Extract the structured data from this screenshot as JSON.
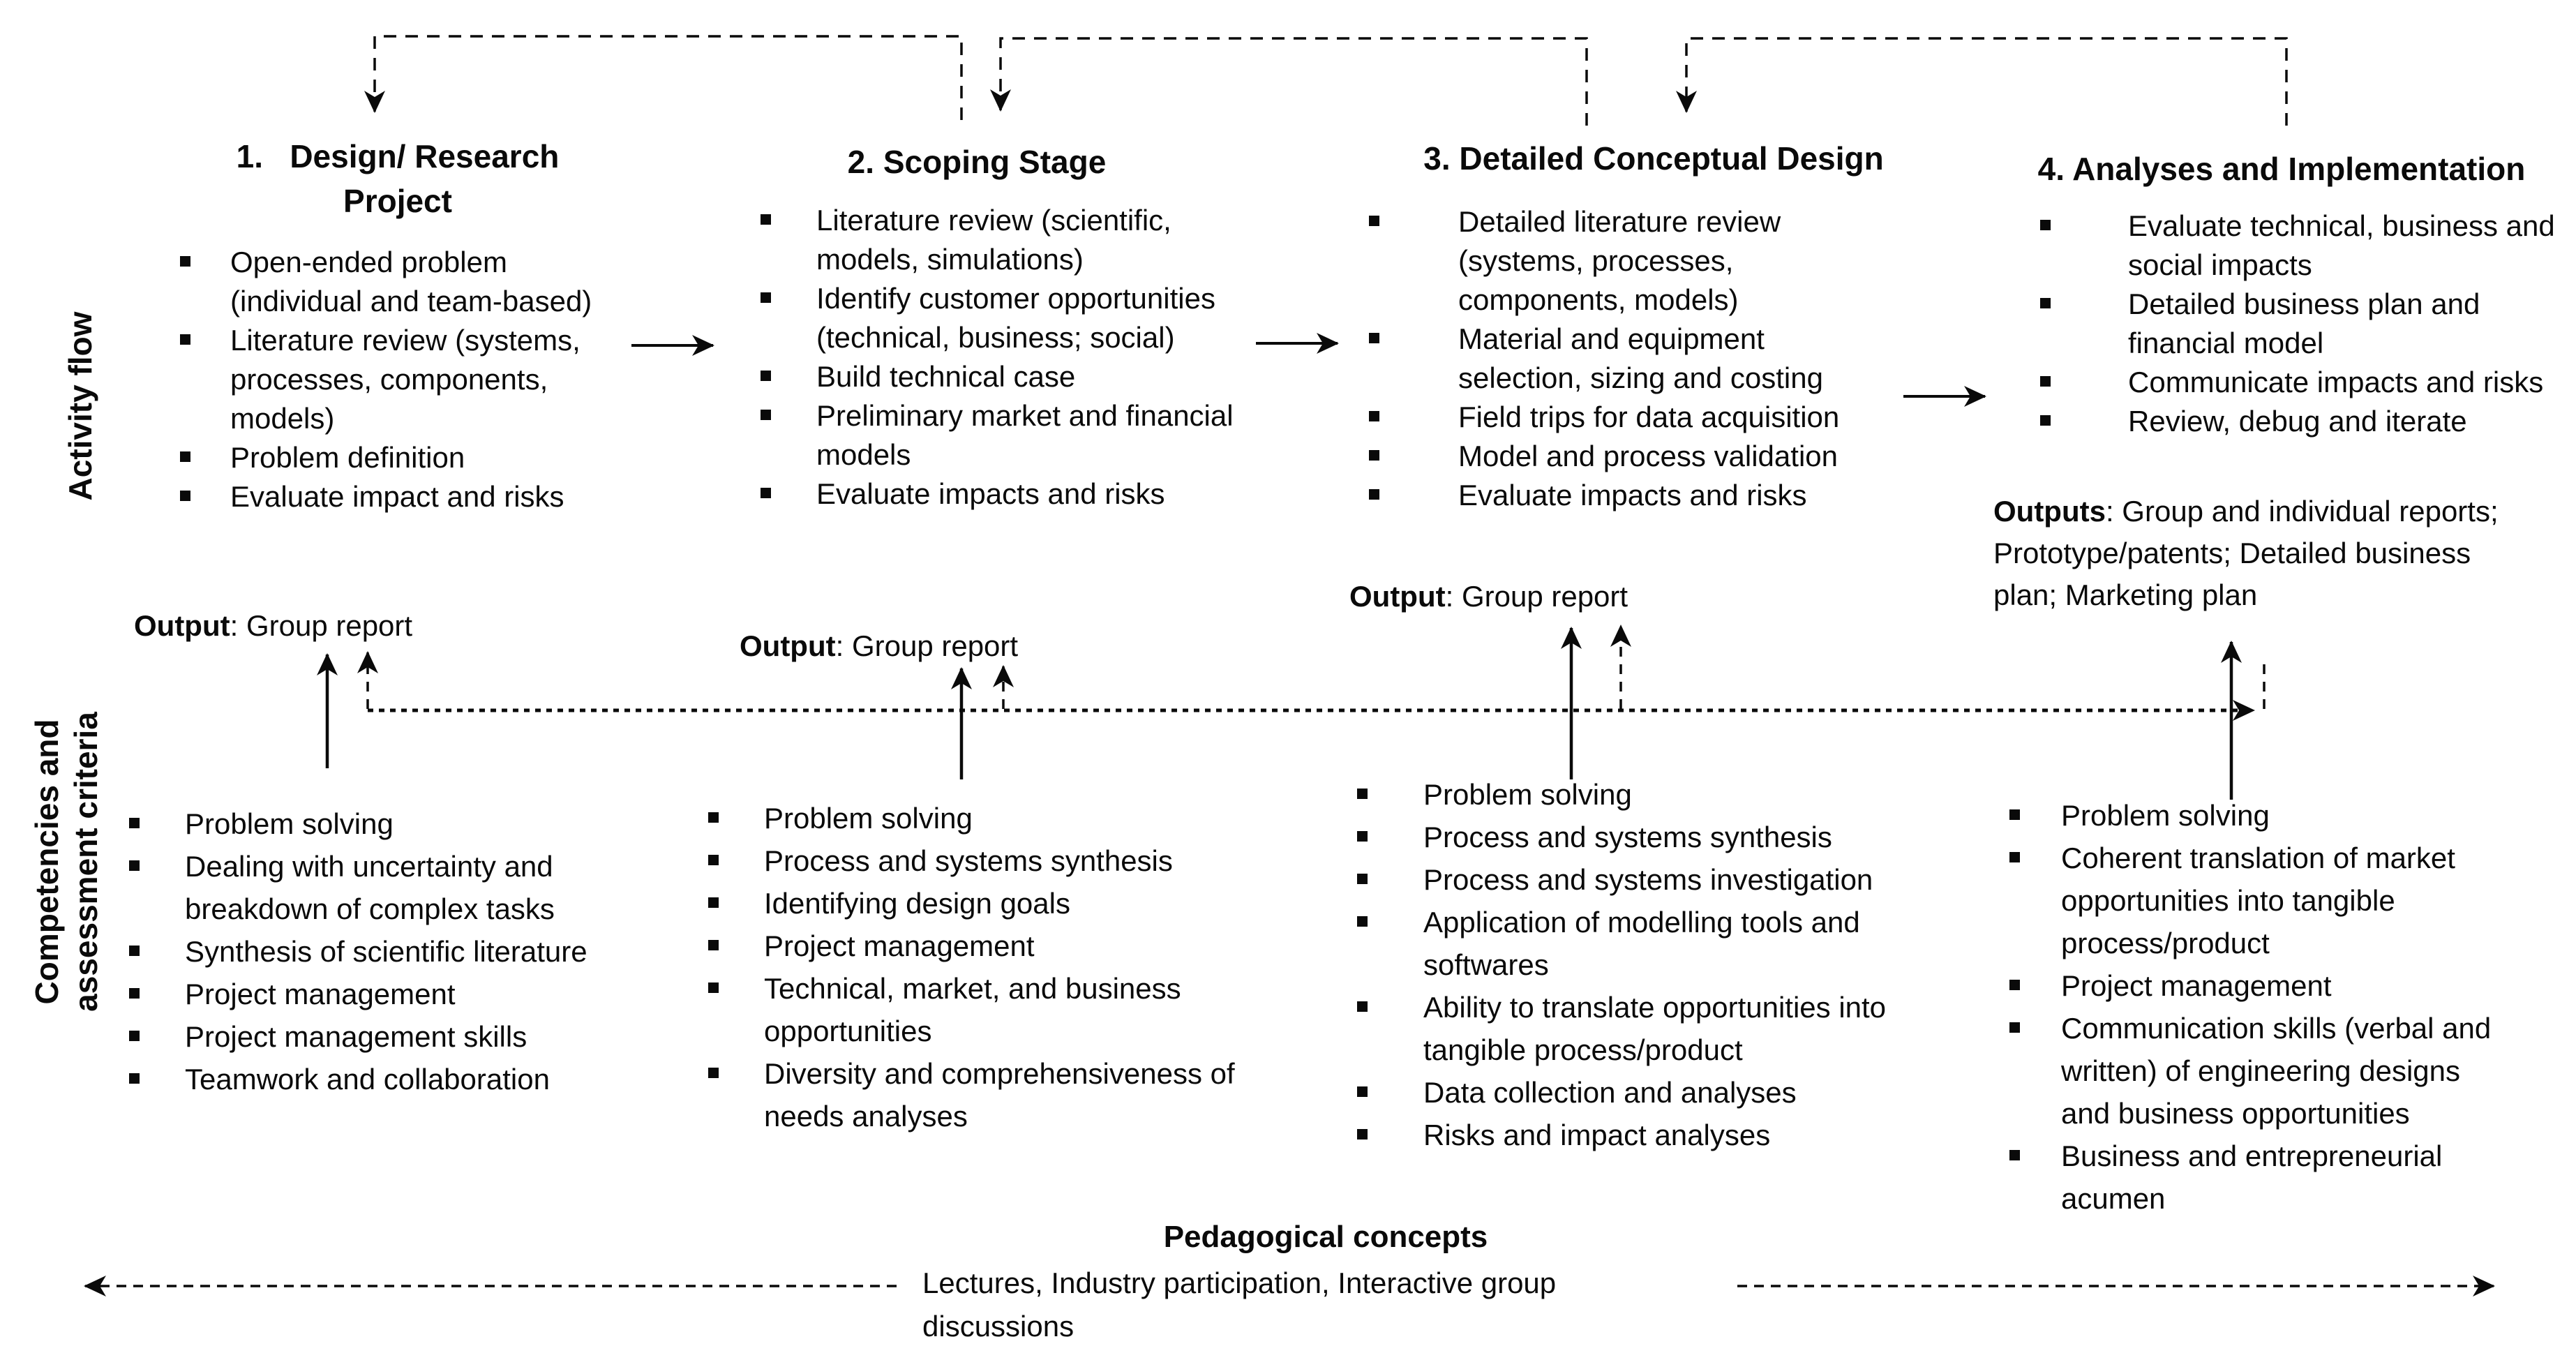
{
  "colors": {
    "ink": "#0a0a0a",
    "background": "#ffffff"
  },
  "left_labels": {
    "activity_flow": "Activity flow",
    "competencies_line1": "Competencies and",
    "competencies_line2": "assessment criteria"
  },
  "stages": [
    {
      "heading": "1.   Design/ Research Project",
      "items": [
        "Open-ended problem (individual and team-based)",
        "Literature review (systems, processes, components, models)",
        "Problem definition",
        "Evaluate impact and risks"
      ],
      "output_label": "Output",
      "output_text": ": Group report"
    },
    {
      "heading": "2. Scoping Stage",
      "items": [
        "Literature review (scientific, models, simulations)",
        "Identify customer opportunities (technical, business; social)",
        "Build technical case",
        "Preliminary market and financial models",
        "Evaluate impacts and risks"
      ],
      "output_label": "Output",
      "output_text": ": Group report"
    },
    {
      "heading": "3. Detailed Conceptual Design",
      "items": [
        "Detailed literature review (systems, processes, components, models)",
        "Material and equipment selection, sizing and costing",
        "Field trips for data acquisition",
        "Model and process validation",
        "Evaluate impacts and risks"
      ],
      "output_label": "Output",
      "output_text": ": Group report"
    },
    {
      "heading": "4. Analyses and Implementation",
      "items": [
        "Evaluate technical, business and social impacts",
        "Detailed business plan and financial model",
        "Communicate impacts and risks",
        "Review, debug and iterate"
      ],
      "output_label": "Outputs",
      "output_text": ": Group and individual reports; Prototype/patents; Detailed business plan; Marketing plan"
    }
  ],
  "competency_columns": [
    {
      "items": [
        "Problem solving",
        "Dealing with uncertainty and breakdown of complex tasks",
        "Synthesis of scientific literature",
        "Project management",
        "Project management skills",
        "Teamwork and collaboration"
      ]
    },
    {
      "items": [
        "Problem solving",
        "Process and systems synthesis",
        "Identifying design goals",
        "Project management",
        "Technical, market, and business opportunities",
        "Diversity and comprehensiveness of needs analyses"
      ]
    },
    {
      "items": [
        "Problem solving",
        "Process and systems synthesis",
        "Process and systems investigation",
        "Application of modelling tools and softwares",
        "Ability to translate opportunities into tangible process/product",
        "Data collection and analyses",
        "Risks and impact analyses"
      ]
    },
    {
      "items": [
        "Problem solving",
        "Coherent translation of market opportunities into tangible process/product",
        "Project management",
        "Communication skills (verbal and written) of engineering designs and business opportunities",
        "Business and entrepreneurial acumen"
      ]
    }
  ],
  "pedagogy": {
    "title": "Pedagogical concepts",
    "text": "Lectures, Industry participation, Interactive group discussions"
  }
}
